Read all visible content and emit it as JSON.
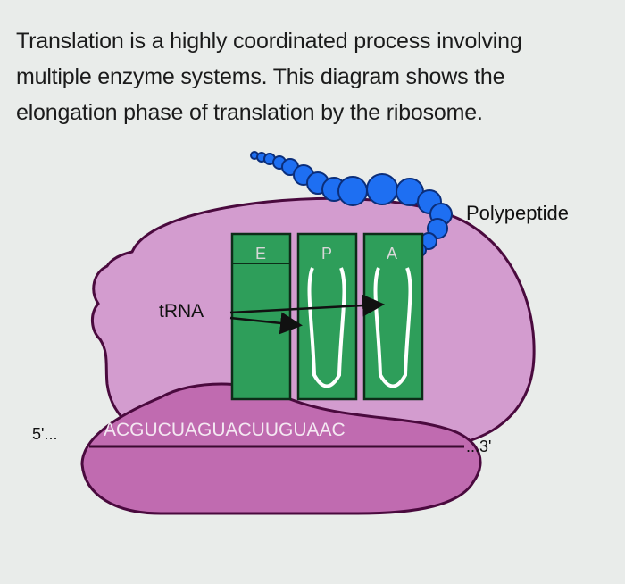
{
  "intro": {
    "line1": "Translation is a highly coordinated process involving",
    "line2": "multiple enzyme systems. This diagram shows the",
    "line3": "elongation phase of translation by the ribosome."
  },
  "diagram": {
    "site_labels": [
      "E",
      "P",
      "A"
    ],
    "polypeptide_label": "Polypeptide",
    "trna_label": "tRNA",
    "mrna_sequence": "ACGUCUAGUACUUGUAAC",
    "five_prime": "5'...",
    "three_prime": "...3'",
    "colors": {
      "large_subunit": "#d39ccf",
      "small_subunit": "#c06bb0",
      "site_box": "#2e9e5a",
      "trna": "#ffffff",
      "polypeptide": "#1e6ff2",
      "arrow": "#111111"
    }
  }
}
